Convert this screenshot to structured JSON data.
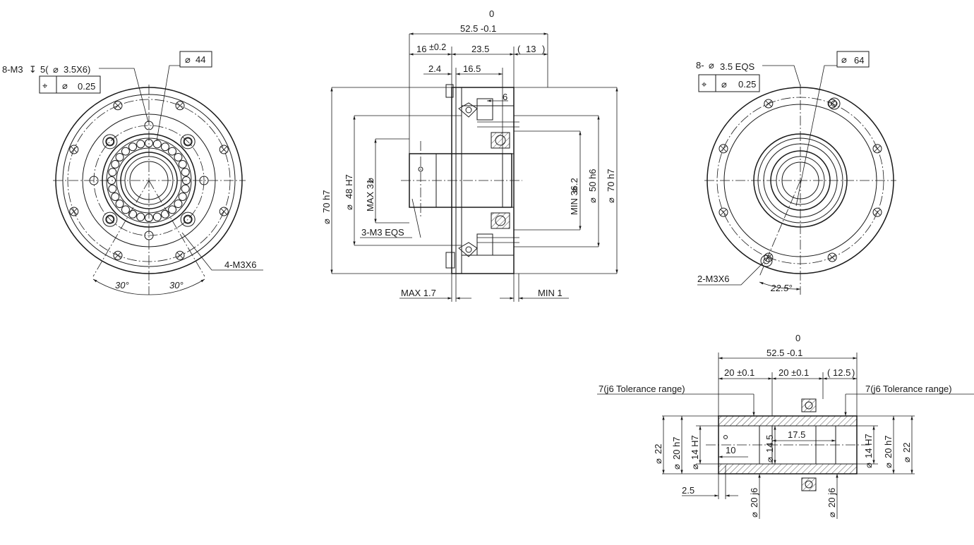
{
  "front_view_left": {
    "callout_bolt": "8-M3",
    "callout_depth": "5(",
    "callout_thread": "3.5X6)",
    "tolerance_value": "0.25",
    "diameter_box": "44",
    "tap_label": "4-M3X6",
    "angle_left": "30°",
    "angle_right": "30°"
  },
  "section_view": {
    "dim_zero": "0",
    "dim_length": "52.5 -0.1",
    "dim_16": "16",
    "dim_16_tol": "±0.2",
    "dim_23_5": "23.5",
    "dim_13": "13",
    "dim_2_4": "2.4",
    "dim_16_5": "16.5",
    "dim_6": "6",
    "dia_70_left": "70 h7",
    "dia_48": "48 H7",
    "dia_31": "MAX   31",
    "dia_36_2": "MIN   36.2",
    "dia_50": "50 h6",
    "dia_70_right": "70 h7",
    "tap_label": "3-M3 EQS",
    "max_label": "MAX 1.7",
    "min_label": "MIN 1"
  },
  "front_view_right": {
    "callout_bolt": "8-",
    "callout_eqs": "3.5 EQS",
    "tolerance_value": "0.25",
    "diameter_box": "64",
    "tap_label": "2-M3X6",
    "angle": "22.5°"
  },
  "shaft_view": {
    "dim_zero": "0",
    "dim_length": "52.5 -0.1",
    "dim_20a": "20 ±0.1",
    "dim_20b": "20 ±0.1",
    "dim_12_5": "12.5",
    "note_left": "7(j6 Tolerance range)",
    "note_right": "7(j6 Tolerance range)",
    "dia_22_left": "22",
    "dia_20_left": "20 h7",
    "dia_14_left": "14 H7",
    "dia_14_5": "14.5",
    "dim_17_5": "17.5",
    "dim_10": "10",
    "dia_14_right": "14 H7",
    "dia_20_right": "20 h7",
    "dia_22_right": "22",
    "dim_2_5": "2.5",
    "dia_20j6_a": "20 j6",
    "dia_20j6_b": "20 j6"
  }
}
